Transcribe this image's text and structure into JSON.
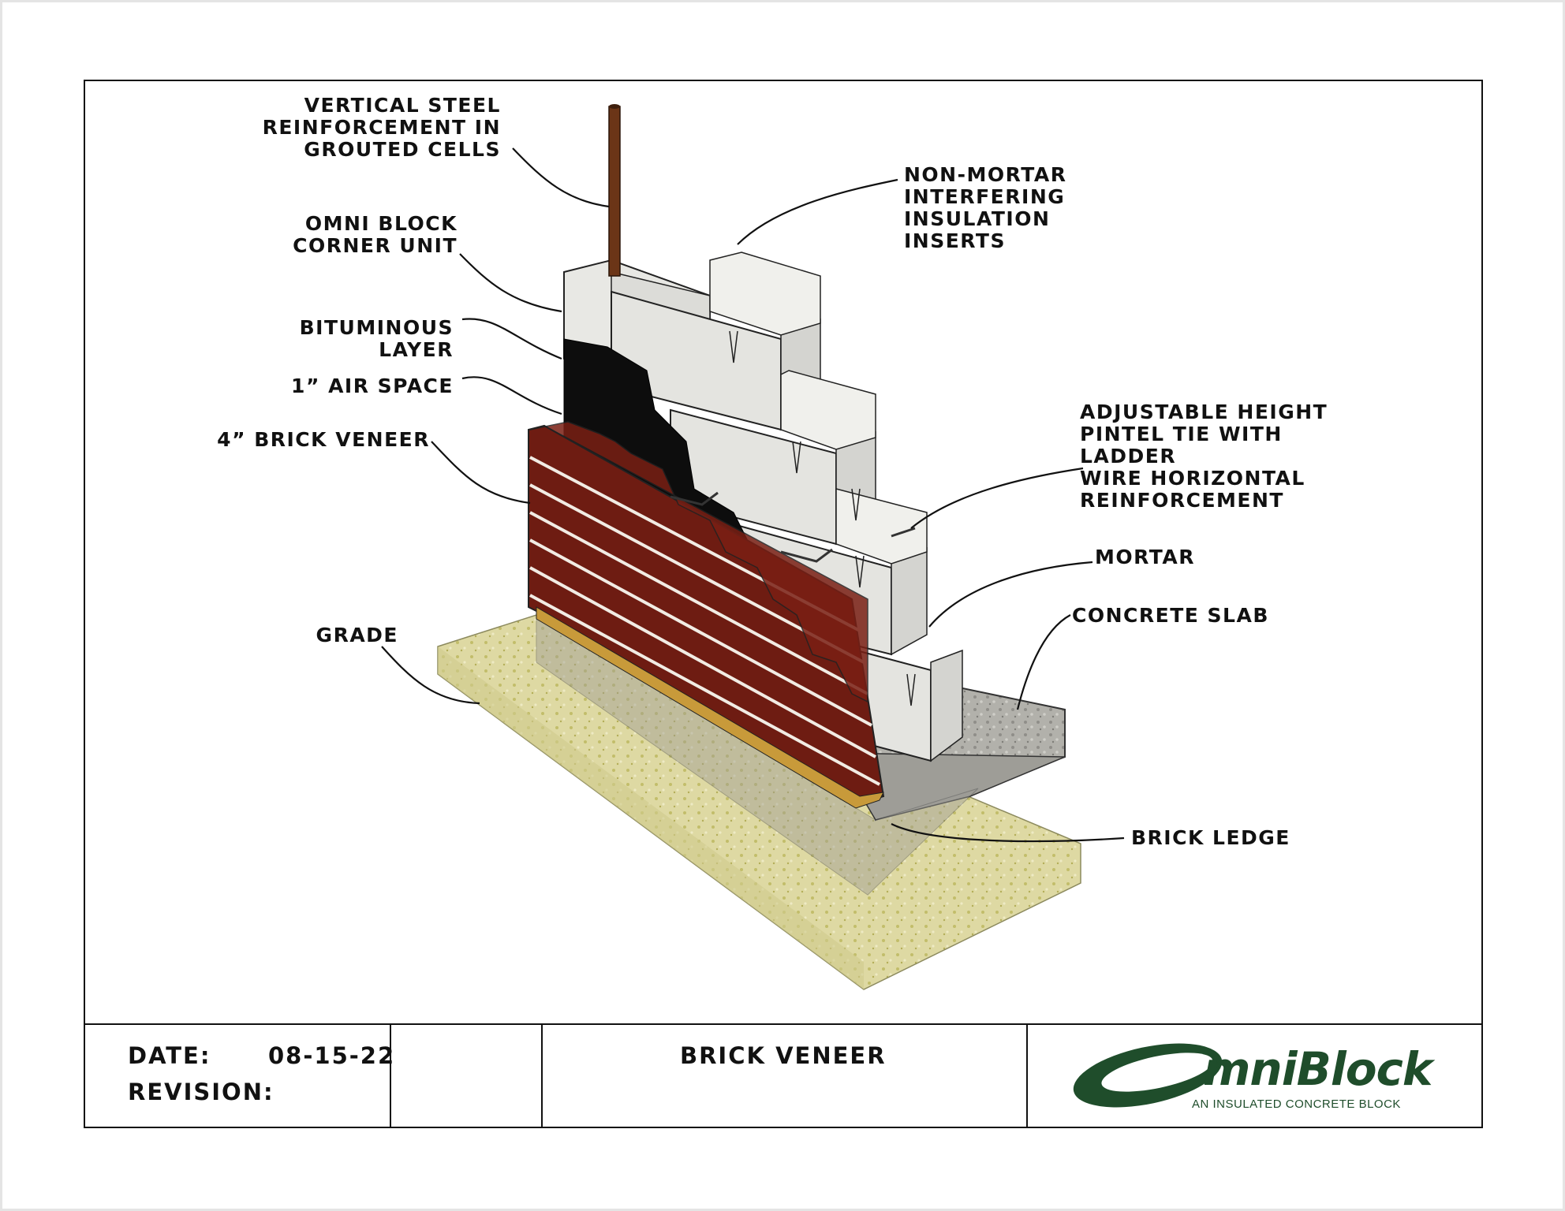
{
  "labels": {
    "vertical_steel": "VERTICAL STEEL\nREINFORCEMENT IN\nGROUTED CELLS",
    "omni_block_corner": "OMNI BLOCK\nCORNER UNIT",
    "bituminous_layer": "BITUMINOUS LAYER",
    "air_space": "1” AIR SPACE",
    "brick_veneer": "4” BRICK VENEER",
    "grade": "GRADE",
    "non_mortar_inserts": "NON-MORTAR\nINTERFERING\nINSULATION INSERTS",
    "pintel_tie": "ADJUSTABLE HEIGHT\nPINTEL TIE WITH LADDER\nWIRE HORIZONTAL\nREINFORCEMENT",
    "mortar": "MORTAR",
    "concrete_slab": "CONCRETE SLAB",
    "brick_ledge": "BRICK LEDGE"
  },
  "title_block": {
    "date_label": "DATE:",
    "date_value": "08-15-22",
    "revision_label": "REVISION:",
    "drawing_title": "BRICK VENEER",
    "logo_name": "mniBlock",
    "logo_tagline": "AN INSULATED CONCRETE BLOCK"
  },
  "colors": {
    "brick": "#7a1f14",
    "mortar": "#f2ece4",
    "block": "#e6e6e2",
    "bitumen": "#0d0d0d",
    "grade": "#d9d59a",
    "slab": "#a9a9a4",
    "rebar": "#6b3517",
    "logo_green": "#1f4d2b"
  }
}
